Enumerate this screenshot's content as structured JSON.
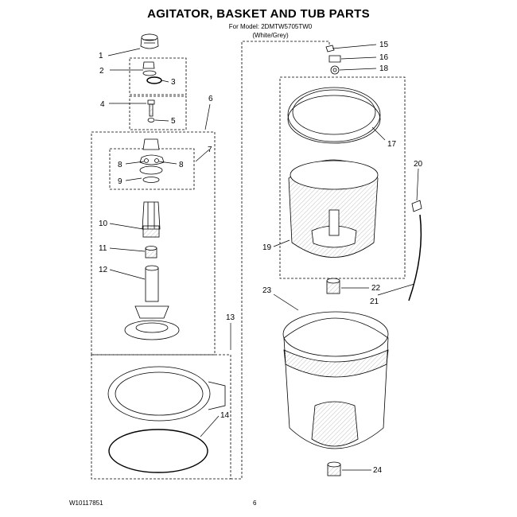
{
  "header": {
    "title": "AGITATOR, BASKET AND TUB PARTS",
    "model_line": "For Model: 2DMTW5705TW0",
    "color_line": "(White/Grey)"
  },
  "footer": {
    "doc_code": "W10117851",
    "page": "6"
  },
  "callouts": [
    {
      "id": "c1",
      "label": "1"
    },
    {
      "id": "c2",
      "label": "2"
    },
    {
      "id": "c3",
      "label": "3"
    },
    {
      "id": "c4",
      "label": "4"
    },
    {
      "id": "c5",
      "label": "5"
    },
    {
      "id": "c6",
      "label": "6"
    },
    {
      "id": "c7",
      "label": "7"
    },
    {
      "id": "c8a",
      "label": "8"
    },
    {
      "id": "c8b",
      "label": "8"
    },
    {
      "id": "c9",
      "label": "9"
    },
    {
      "id": "c10",
      "label": "10"
    },
    {
      "id": "c11",
      "label": "11"
    },
    {
      "id": "c12",
      "label": "12"
    },
    {
      "id": "c13",
      "label": "13"
    },
    {
      "id": "c14",
      "label": "14"
    },
    {
      "id": "c15",
      "label": "15"
    },
    {
      "id": "c16",
      "label": "16"
    },
    {
      "id": "c17",
      "label": "17"
    },
    {
      "id": "c18",
      "label": "18"
    },
    {
      "id": "c19",
      "label": "19"
    },
    {
      "id": "c20",
      "label": "20"
    },
    {
      "id": "c21",
      "label": "21"
    },
    {
      "id": "c22",
      "label": "22"
    },
    {
      "id": "c23",
      "label": "23"
    },
    {
      "id": "c24",
      "label": "24"
    }
  ]
}
